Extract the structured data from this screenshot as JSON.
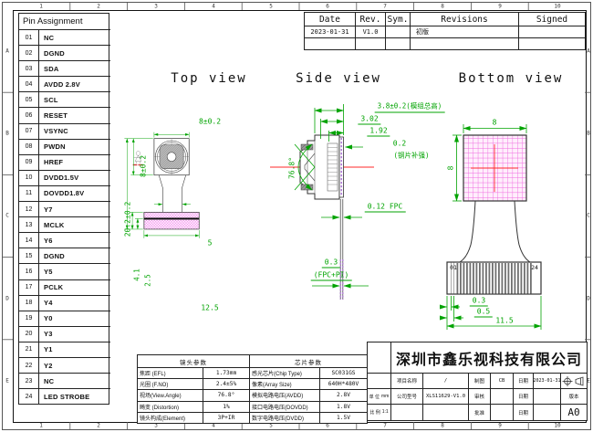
{
  "frame": {
    "cols": [
      "1",
      "2",
      "3",
      "4",
      "5",
      "6",
      "7",
      "8",
      "9",
      "10"
    ],
    "rows": [
      "A",
      "B",
      "C",
      "D",
      "E"
    ]
  },
  "pin_table": {
    "title": "Pin Assignment",
    "pins": [
      {
        "no": "01",
        "name": "NC"
      },
      {
        "no": "02",
        "name": "DGND"
      },
      {
        "no": "03",
        "name": "SDA"
      },
      {
        "no": "04",
        "name": "AVDD 2.8V"
      },
      {
        "no": "05",
        "name": "SCL"
      },
      {
        "no": "06",
        "name": "RESET"
      },
      {
        "no": "07",
        "name": "VSYNC"
      },
      {
        "no": "08",
        "name": "PWDN"
      },
      {
        "no": "09",
        "name": "HREF"
      },
      {
        "no": "10",
        "name": "DVDD1.5V"
      },
      {
        "no": "11",
        "name": "DOVDD1.8V"
      },
      {
        "no": "12",
        "name": "Y7"
      },
      {
        "no": "13",
        "name": "MCLK"
      },
      {
        "no": "14",
        "name": "Y6"
      },
      {
        "no": "15",
        "name": "DGND"
      },
      {
        "no": "16",
        "name": "Y5"
      },
      {
        "no": "17",
        "name": "PCLK"
      },
      {
        "no": "18",
        "name": "Y4"
      },
      {
        "no": "19",
        "name": "Y0"
      },
      {
        "no": "20",
        "name": "Y3"
      },
      {
        "no": "21",
        "name": "Y1"
      },
      {
        "no": "22",
        "name": "Y2"
      },
      {
        "no": "23",
        "name": "NC"
      },
      {
        "no": "24",
        "name": "LED STROBE"
      }
    ]
  },
  "revision_table": {
    "headers": [
      "Date",
      "Rev.",
      "Sym.",
      "Revisions",
      "Signed"
    ],
    "rows": [
      {
        "date": "2023-01-31",
        "rev": "V1.0",
        "sym": "",
        "revisions": "初版",
        "signed": ""
      },
      {
        "date": "",
        "rev": "",
        "sym": "",
        "revisions": "",
        "signed": ""
      }
    ]
  },
  "views": {
    "top": {
      "title": "Top view",
      "dims": {
        "width": "8±0.2",
        "height": "8±0.2",
        "total_height": "20.2±0.2",
        "neck_width": "5",
        "stiffener_height": "4.1",
        "stiffener_lower": "2.5",
        "stiffener_width": "12.5"
      }
    },
    "side": {
      "title": "Side view",
      "dims": {
        "total": "3.8±0.2(模组总高)",
        "h302": "3.02",
        "h192": "1.92",
        "steel_t": "0.2",
        "steel_label": "(钢片补强)",
        "angle": "76.8°",
        "fpc": "0.12 FPC",
        "fpc_pi_t": "0.3",
        "fpc_pi_label": "(FPC+PI)"
      }
    },
    "bottom": {
      "title": "Bottom view",
      "dims": {
        "width": "8",
        "height": "8",
        "pin_first": "01",
        "pin_last": "24",
        "d03": "0.3",
        "d05": "0.5",
        "d115": "11.5"
      }
    }
  },
  "lens_table": {
    "title": "镜头参数",
    "rows": [
      {
        "label": "焦距 (EFL)",
        "value": "1.73mm"
      },
      {
        "label": "光圈 (F.NO)",
        "value": "2.4±5%"
      },
      {
        "label": "视场(View.Angle)",
        "value": "76.8°"
      },
      {
        "label": "畸变 (Distortion)",
        "value": "1%"
      },
      {
        "label": "镜头构成(Element)",
        "value": "3P+IR"
      }
    ]
  },
  "chip_table": {
    "title": "芯片参数",
    "rows": [
      {
        "label": "感光芯片(Chip Type)",
        "value": "SC031GS"
      },
      {
        "label": "像素(Array Size)",
        "value": "640H*480V"
      },
      {
        "label": "模拟电路电压(AVDD)",
        "value": "2.8V"
      },
      {
        "label": "接口电路电压(DOVDD)",
        "value": "1.8V"
      },
      {
        "label": "数字电路电压(DVDD)",
        "value": "1.5V"
      }
    ]
  },
  "title_block": {
    "company": "深圳市鑫乐视科技有限公司",
    "unit_label": "单 位",
    "unit_value": "mm",
    "scale_label": "比 例",
    "scale_value": "1:1",
    "rows": [
      {
        "c1": "项目名称",
        "c1v": "/",
        "c2": "制图",
        "c2v": "CB",
        "c3": "日期",
        "c3v": "2023-01-31",
        "c4": ""
      },
      {
        "c1": "公司型号",
        "c1v": "XLS11629-V1.0",
        "c2": "审核",
        "c2v": "",
        "c3": "日期",
        "c3v": "",
        "c4": "版本"
      },
      {
        "c1": "",
        "c1v": "",
        "c2": "批准",
        "c2v": "",
        "c3": "日期",
        "c3v": "",
        "c4": "A0"
      }
    ]
  },
  "colors": {
    "dimension_green": "#00a300",
    "centerline_red": "#ff2a2a",
    "hatch_magenta": "#f060e8",
    "stiffener_purple": "#9a55cc"
  }
}
